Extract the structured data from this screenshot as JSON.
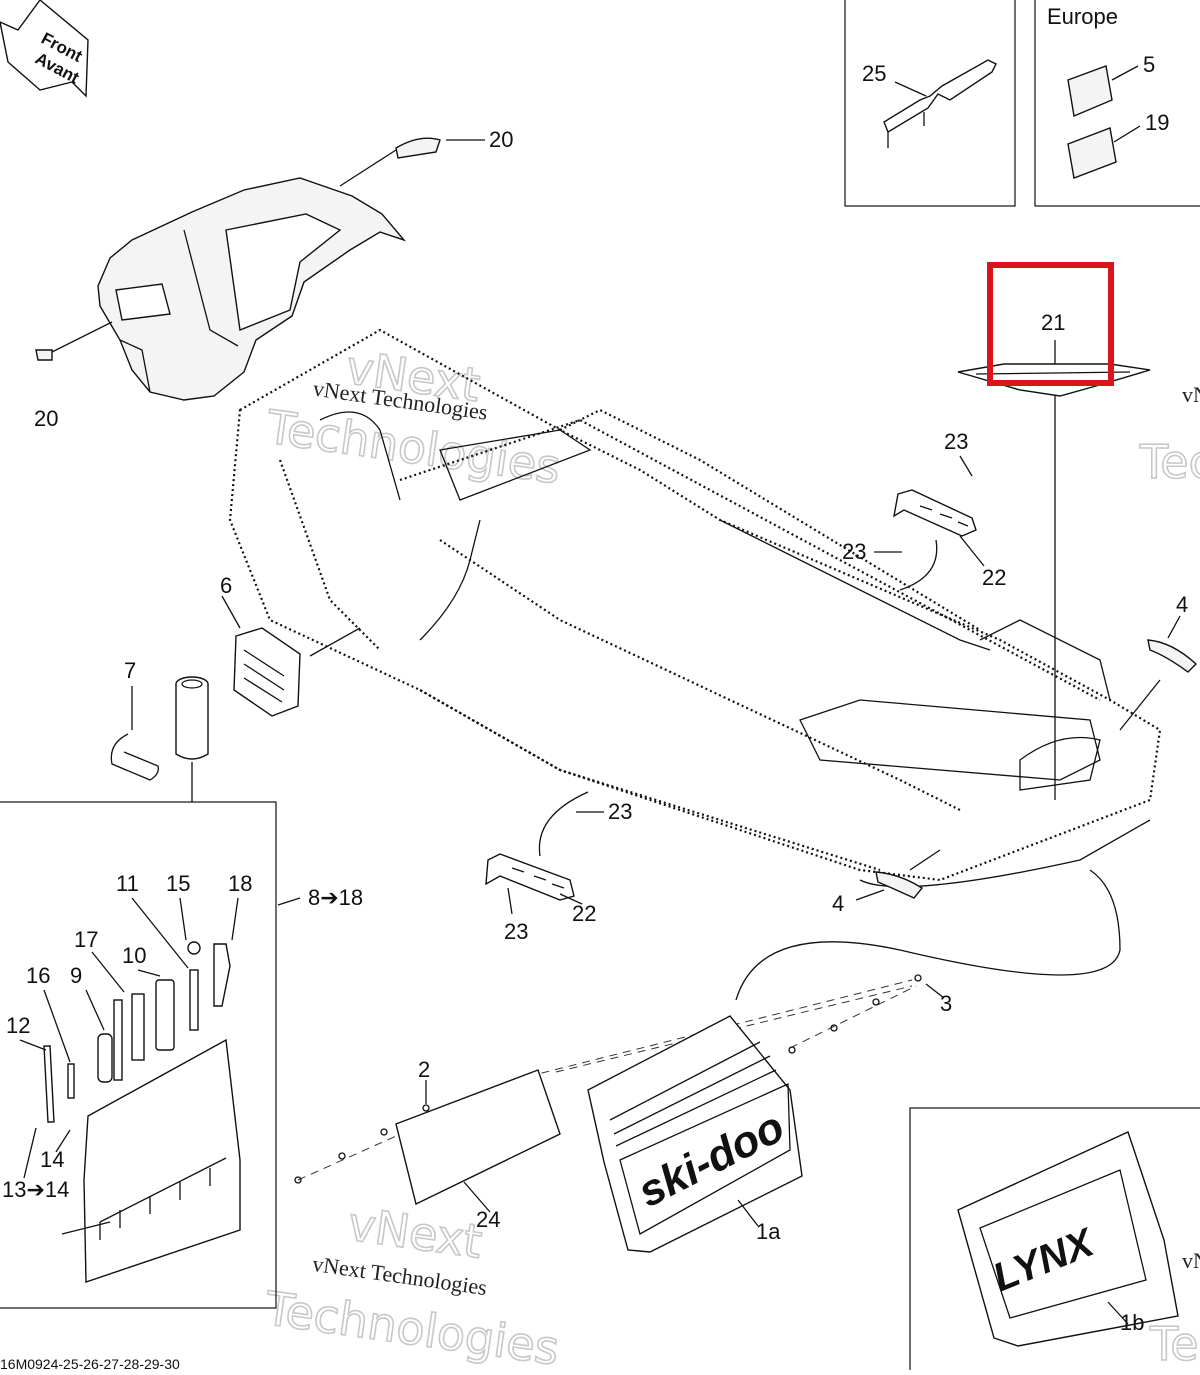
{
  "front_arrow": {
    "line1": "Front",
    "line2": "Avant"
  },
  "inset_europe": {
    "label": "Europe",
    "callouts": {
      "part5": "5",
      "part19": "19"
    }
  },
  "inset_25": {
    "callout": "25"
  },
  "callouts": {
    "c20a": "20",
    "c20b": "20",
    "c21": "21",
    "c23a": "23",
    "c23b": "23",
    "c22a": "22",
    "c4a": "4",
    "c6": "6",
    "c7": "7",
    "c23c": "23",
    "c22b": "22",
    "c23d": "23",
    "c4b": "4",
    "c3": "3",
    "c2": "2",
    "c24": "24",
    "c1a": "1a",
    "c1b": "1b"
  },
  "toolkit": {
    "range_label": "8➔18",
    "callouts": {
      "c11": "11",
      "c15": "15",
      "c18": "18",
      "c17": "17",
      "c10": "10",
      "c16": "16",
      "c9": "9",
      "c12": "12",
      "c14": "14",
      "c13": "13➔14"
    }
  },
  "flap_brand_1a": "ski-doo",
  "flap_brand_1b": "LYNX",
  "watermark": {
    "text": "vNext Technologies",
    "line_a": "vNext",
    "line_b": "Technologies"
  },
  "drawing_code": "16M0924-25-26-27-28-29-30",
  "highlight_color": "#d9141b"
}
